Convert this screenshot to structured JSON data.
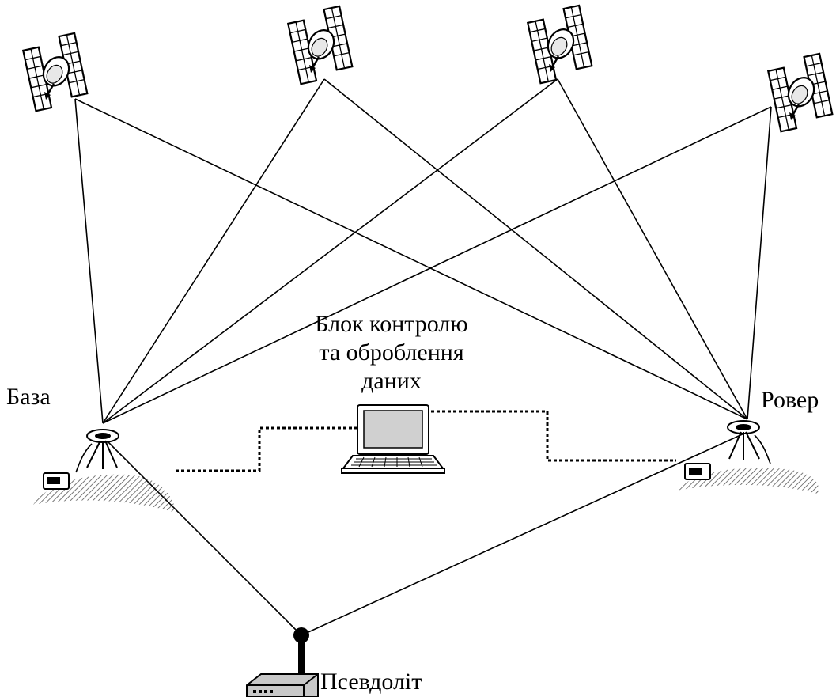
{
  "labels": {
    "base": "База",
    "rover": "Ровер",
    "pseudolite": "Псевдоліт",
    "control_unit": [
      "Блок контролю",
      "та оброблення",
      "даних"
    ]
  },
  "colors": {
    "line": "#000000",
    "device_fill": "#c8c8c8",
    "screen_fill": "#d0d0d0",
    "hatch": "#555555"
  },
  "icons": [
    "satellite-icon",
    "gps-receiver-icon",
    "laptop-icon",
    "pseudolite-icon",
    "controller-box-icon"
  ]
}
